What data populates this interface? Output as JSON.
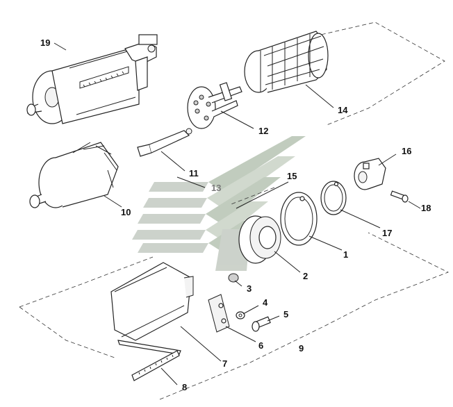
{
  "callouts": {
    "c1": "1",
    "c2": "2",
    "c3": "3",
    "c4": "4",
    "c5": "5",
    "c6": "6",
    "c7": "7",
    "c8": "8",
    "c9": "9",
    "c10": "10",
    "c11": "11",
    "c12": "12",
    "c13": "13",
    "c14": "14",
    "c15": "15",
    "c16": "16",
    "c17": "17",
    "c18": "18",
    "c19": "19"
  },
  "colors": {
    "line": "#222222",
    "watermark": "#b9c0b8",
    "watermark_green": "#c7d1c4",
    "grey_label": "#7a7a7a"
  },
  "icons": [
    "motor-assembly-icon",
    "rotor-cage-icon",
    "brush-plate-icon",
    "carbon-brush-icon",
    "rotor-icon",
    "bearing-icon",
    "circlip-icon",
    "collar-icon",
    "screw-icon",
    "housing-icon",
    "bracket-icon",
    "scale-strip-icon",
    "watermark-logo"
  ]
}
